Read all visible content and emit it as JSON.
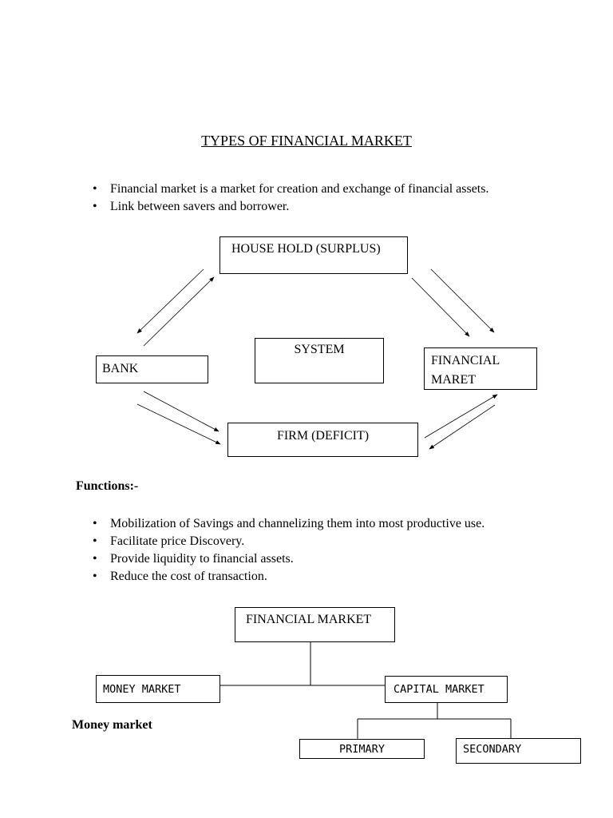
{
  "title": "TYPES OF FINANCIAL MARKET",
  "intro_bullets": [
    "Financial market is a market for creation and exchange of financial assets.",
    "Link between savers and borrower."
  ],
  "flow_diagram": {
    "household": "HOUSE HOLD (SURPLUS)",
    "bank": "BANK",
    "system": "SYSTEM",
    "financial_market_line1": "FINANCIAL",
    "financial_market_line2": "MARET",
    "firm": "FIRM (DEFICIT)"
  },
  "functions_heading": "Functions:-",
  "functions_bullets": [
    "Mobilization of Savings and channelizing them into most productive use.",
    "Facilitate price Discovery.",
    "Provide liquidity to financial assets.",
    "Reduce the cost of transaction."
  ],
  "hierarchy": {
    "root": "FINANCIAL MARKET",
    "money_market": "MONEY MARKET",
    "capital_market": "CAPITAL MARKET",
    "primary": "PRIMARY",
    "secondary": "SECONDARY"
  },
  "money_market_heading": "Money market"
}
